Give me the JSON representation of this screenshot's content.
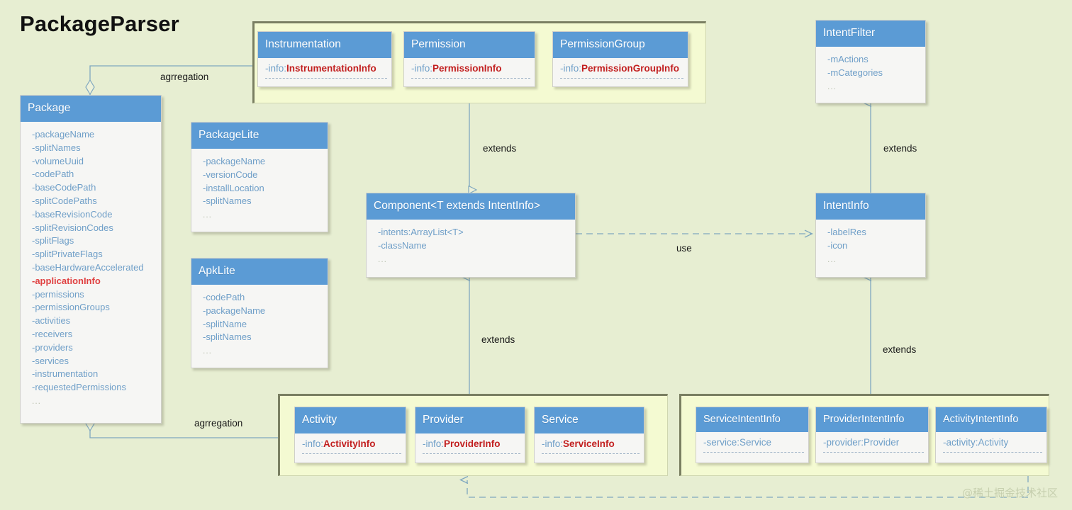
{
  "title": "PackageParser",
  "watermark": "@稀土掘金技术社区",
  "colors": {
    "background": "#e7eed2",
    "group_fill": "#f4fad2",
    "group_border": "#7a7f62",
    "class_header": "#5b9bd5",
    "class_body": "#f6f6f4",
    "attribute_text": "#6f9fc8",
    "highlight_red": "#e04141",
    "type_red": "#c21f1f",
    "connector": "#7fa7bf"
  },
  "classes": {
    "package": {
      "name": "Package",
      "attributes": [
        "-packageName",
        "-splitNames",
        "-volumeUuid",
        "-codePath",
        "-baseCodePath",
        "-splitCodePaths",
        "-baseRevisionCode",
        "-splitRevisionCodes",
        "-splitFlags",
        "-splitPrivateFlags",
        "-baseHardwareAccelerated",
        "-applicationInfo",
        "-permissions",
        "-permissionGroups",
        "-activities",
        "-receivers",
        "-providers",
        "-services",
        "-instrumentation",
        "-requestedPermissions",
        "..."
      ],
      "highlight_index": 11
    },
    "package_lite": {
      "name": "PackageLite",
      "attributes": [
        "-packageName",
        "-versionCode",
        "-installLocation",
        "-splitNames",
        "..."
      ]
    },
    "apk_lite": {
      "name": "ApkLite",
      "attributes": [
        "-codePath",
        "-packageName",
        "-splitName",
        "-splitNames",
        "..."
      ]
    },
    "instrumentation": {
      "name": "Instrumentation",
      "field_key": "-info:",
      "field_type": "InstrumentationInfo"
    },
    "permission": {
      "name": "Permission",
      "field_key": "-info:",
      "field_type": "PermissionInfo"
    },
    "permission_group": {
      "name": "PermissionGroup",
      "field_key": "-info:",
      "field_type": "PermissionGroupInfo"
    },
    "intent_filter": {
      "name": "IntentFilter",
      "attributes": [
        "-mActions",
        "-mCategories",
        "..."
      ]
    },
    "component": {
      "name": "Component<T extends IntentInfo>",
      "attributes": [
        "-intents:ArrayList<T>",
        "-className",
        "..."
      ]
    },
    "intent_info": {
      "name": "IntentInfo",
      "attributes": [
        "-labelRes",
        "-icon",
        "..."
      ]
    },
    "activity": {
      "name": "Activity",
      "field_key": "-info:",
      "field_type": "ActivityInfo"
    },
    "provider": {
      "name": "Provider",
      "field_key": "-info:",
      "field_type": "ProviderInfo"
    },
    "service": {
      "name": "Service",
      "field_key": "-info:",
      "field_type": "ServiceInfo"
    },
    "service_intent_info": {
      "name": "ServiceIntentInfo",
      "field_key": "-service:",
      "field_type": "Service"
    },
    "provider_intent_info": {
      "name": "ProviderIntentInfo",
      "field_key": "-provider:",
      "field_type": "Provider"
    },
    "activity_intent_info": {
      "name": "ActivityIntentInfo",
      "field_key": "-activity:",
      "field_type": "Activity"
    }
  },
  "relations": {
    "aggregation_top": "agrregation",
    "aggregation_bottom": "agrregation",
    "extends_component": "extends",
    "extends_intentinfo": "extends",
    "extends_subcomponents": "extends",
    "extends_subintentinfos": "extends",
    "use": "use"
  }
}
